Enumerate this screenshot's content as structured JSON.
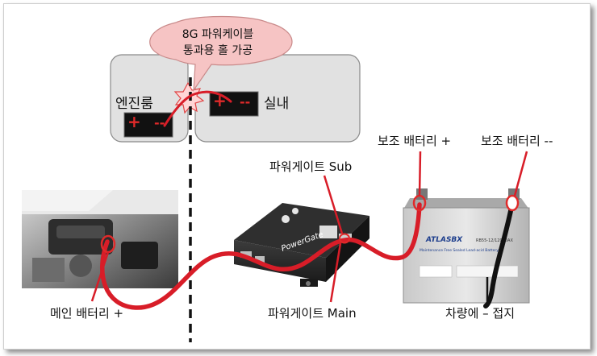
{
  "bubble": {
    "line1": "8G 파워케이블",
    "line2": "통과용 홀 가공"
  },
  "labels": {
    "engine_room": "엔진룸",
    "interior": "실내",
    "powergate_sub": "파워게이트  Sub",
    "powergate_main": "파워게이트  Main",
    "aux_battery_plus": "보조 배터리 +",
    "aux_battery_minus": "보조 배터리 --",
    "main_battery_plus": "메인 배터리 +",
    "chassis_ground": "차량에 – 접지"
  },
  "terminal_signs": {
    "plus": "+",
    "minus": "--"
  },
  "device_text": {
    "brand": "PowerGate",
    "battery_brand": "ATLASBX",
    "battery_sub": "Maintenance Free Sealed Lead-acid Battery",
    "battery_model": "RB55-12/12000AX"
  },
  "colors": {
    "cable": "#d81d28",
    "bubble": "#f6c4c4",
    "panel": "#e1e1e1",
    "terminal_bg": "#111111"
  }
}
